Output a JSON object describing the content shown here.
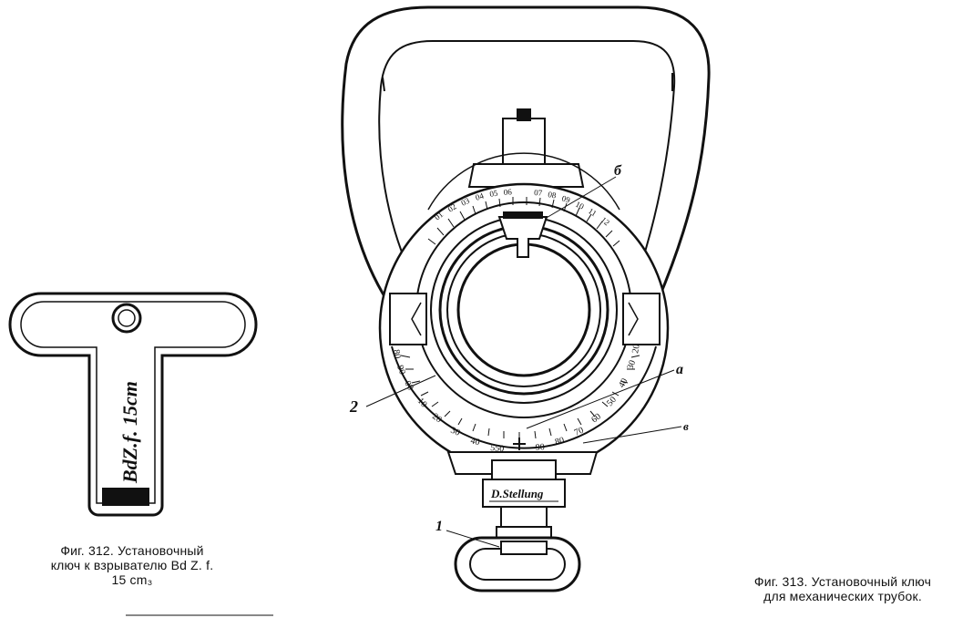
{
  "figure312": {
    "key_text": "BdZ.f. 15cm",
    "caption_line1": "Фиг. 312. Установочный",
    "caption_line2": "ключ к взрывателю Bd Z. f.",
    "caption_line3": "15 cm₃"
  },
  "figure313": {
    "caption_line1": "Фиг. 313. Установочный ключ",
    "caption_line2": "для механических трубок.",
    "plate_text": "D.Stellung",
    "callouts": {
      "c1": "1",
      "c2": "2",
      "c_a": "a",
      "c_b": "б",
      "c_v": "в"
    },
    "upper_scale": [
      "01",
      "02",
      "03",
      "04",
      "05",
      "06",
      "07",
      "08",
      "09",
      "10",
      "11",
      "12"
    ],
    "lower_scale_left": [
      "80",
      "90",
      "00",
      "10",
      "20",
      "30",
      "40",
      "550"
    ],
    "lower_scale_right": [
      "90",
      "80",
      "70",
      "60",
      "50",
      "40",
      "30",
      "20"
    ]
  }
}
